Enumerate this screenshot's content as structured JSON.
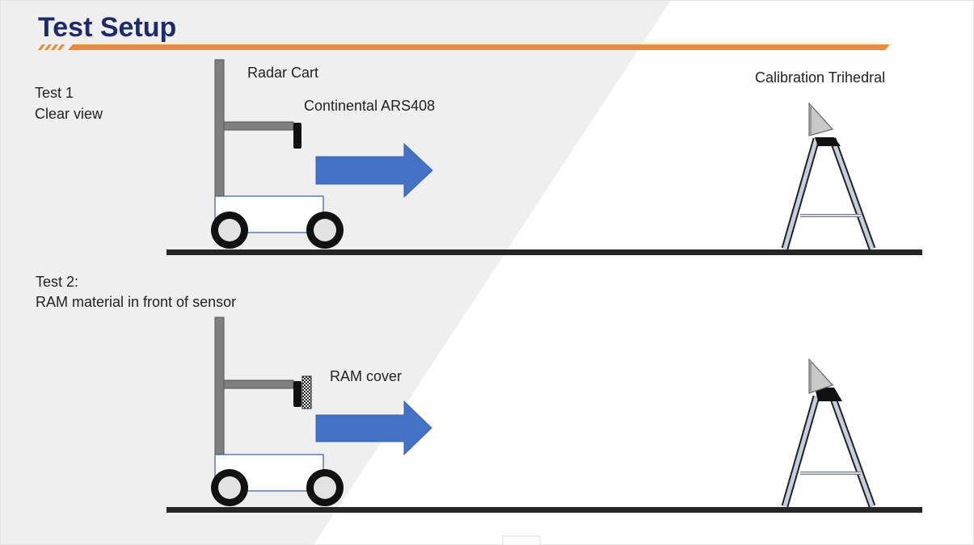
{
  "slide": {
    "title": "Test Setup"
  },
  "test1": {
    "title": "Test 1",
    "subtitle": "Clear view",
    "labels": {
      "cart": "Radar Cart",
      "sensor": "Continental ARS408",
      "target": "Calibration Trihedral"
    }
  },
  "test2": {
    "title": "Test 2:",
    "subtitle": "RAM material in front of sensor",
    "labels": {
      "cover": "RAM cover"
    }
  },
  "colors": {
    "title": "#1f2a6b",
    "accent": "#f08a34",
    "arrow": "#4472c4",
    "pole": "#7f7f7f",
    "ground": "#262626",
    "background_band": "#efefef"
  }
}
